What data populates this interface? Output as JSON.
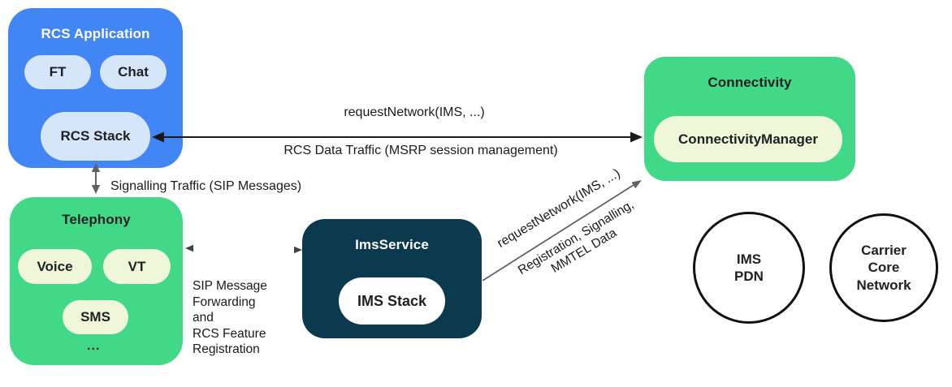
{
  "diagram": {
    "rcs_application": {
      "title": "RCS Application",
      "ft": "FT",
      "chat": "Chat",
      "stack": "RCS Stack"
    },
    "telephony": {
      "title": "Telephony",
      "voice": "Voice",
      "vt": "VT",
      "sms": "SMS",
      "more": "..."
    },
    "ims_service": {
      "title": "ImsService",
      "stack": "IMS Stack"
    },
    "connectivity": {
      "title": "Connectivity",
      "manager": "ConnectivityManager"
    },
    "network": {
      "ims_pdn": "IMS\nPDN",
      "carrier_core": "Carrier\nCore\nNetwork"
    },
    "labels": {
      "request_network_top": "requestNetwork(IMS, ...)",
      "rcs_data_traffic": "RCS Data Traffic (MSRP session management)",
      "signalling_traffic": "Signalling Traffic (SIP Messages)",
      "sip_forwarding": "SIP Message\nForwarding\nand\nRCS Feature\nRegistration",
      "request_network_diag": "requestNetwork(IMS, ...)",
      "registration_signalling": "Registration, Signalling,\nMMTEL Data"
    },
    "colors": {
      "blue": "#4285F4",
      "light_blue": "#D5E6FB",
      "green": "#41D888",
      "navy": "#0B3A4F",
      "cream": "#EFF7D8",
      "arrow_black": "#1A1A1A",
      "arrow_gray": "#5F6368"
    }
  }
}
